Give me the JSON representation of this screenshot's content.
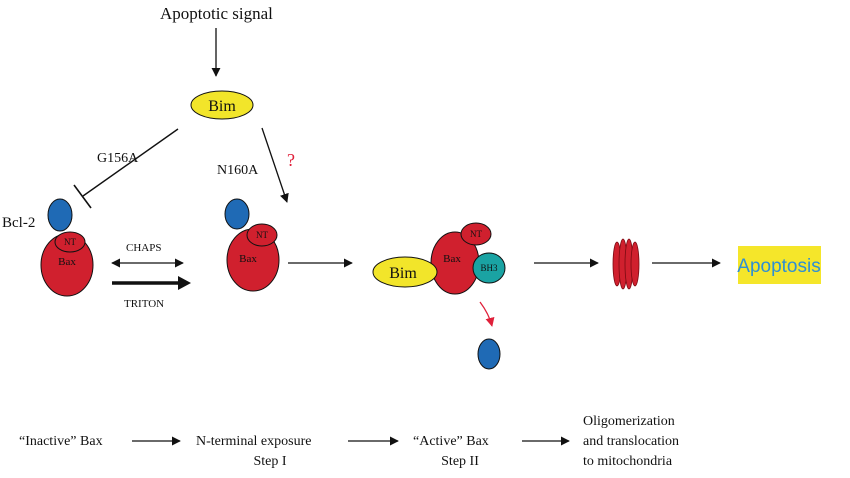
{
  "labels": {
    "signal": "Apoptotic signal",
    "bim": "Bim",
    "g156a": "G156A",
    "n160a": "N160A",
    "question": "?",
    "bcl2": "Bcl-2",
    "nt": "NT",
    "bax": "Bax",
    "bh3": "BH3",
    "chaps": "CHAPS",
    "triton": "TRITON",
    "apoptosis": "Apoptosis"
  },
  "steps": {
    "inactive": "“Inactive” Bax",
    "exposure": "N-terminal exposure",
    "step1": "Step I",
    "active": "“Active” Bax",
    "step2": "Step II",
    "oligo1": "Oligomerization",
    "oligo2": "and translocation",
    "oligo3": "to mitochondria"
  },
  "colors": {
    "bax_red": "#d0202e",
    "bcl2_blue": "#1f6ab5",
    "bim_yellow": "#f2e52a",
    "bh3_teal": "#1aa3a3",
    "apoptosis_bg": "#f5e62a",
    "apoptosis_text": "#2f8fd4",
    "arrow_red": "#e0203a"
  }
}
